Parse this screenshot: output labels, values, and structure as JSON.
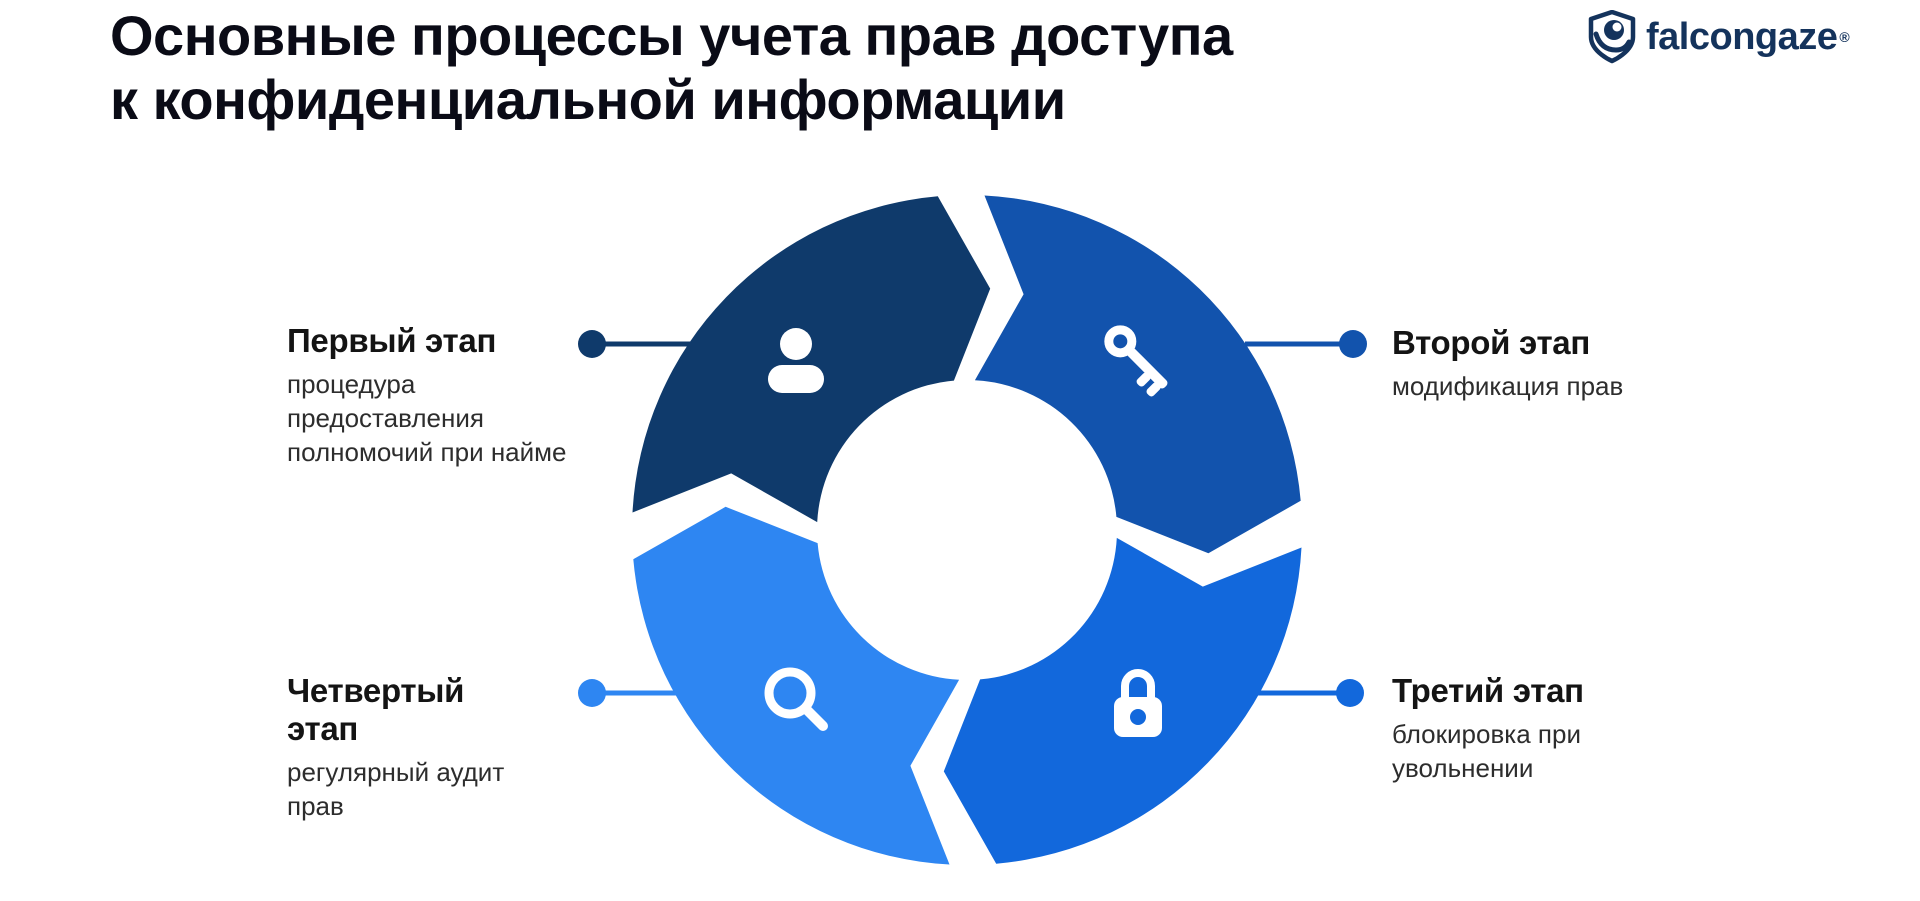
{
  "title": {
    "line1": "Основные процессы учета прав доступа",
    "line2": "к конфиденциальной информации"
  },
  "logo": {
    "text": "falcongaze",
    "registered": "®",
    "color": "#14335c"
  },
  "diagram": {
    "type": "cycle",
    "direction": "clockwise",
    "stages": [
      {
        "label": "Первый этап",
        "description": "процедура предоставления полномочий при найме",
        "color": "#0F3A6B",
        "icon": "person-icon",
        "position": "top-left"
      },
      {
        "label": "Второй этап",
        "description": "модификация прав",
        "color": "#1253AD",
        "icon": "key-icon",
        "position": "top-right"
      },
      {
        "label": "Третий этап",
        "description": "блокировка при увольнении",
        "color": "#1268DC",
        "icon": "lock-icon",
        "position": "bottom-right"
      },
      {
        "label": "Четвертый этап",
        "description": "регулярный аудит прав",
        "color": "#2E86F2",
        "icon": "magnifier-icon",
        "position": "bottom-left"
      }
    ],
    "icon_color": "#ffffff"
  }
}
